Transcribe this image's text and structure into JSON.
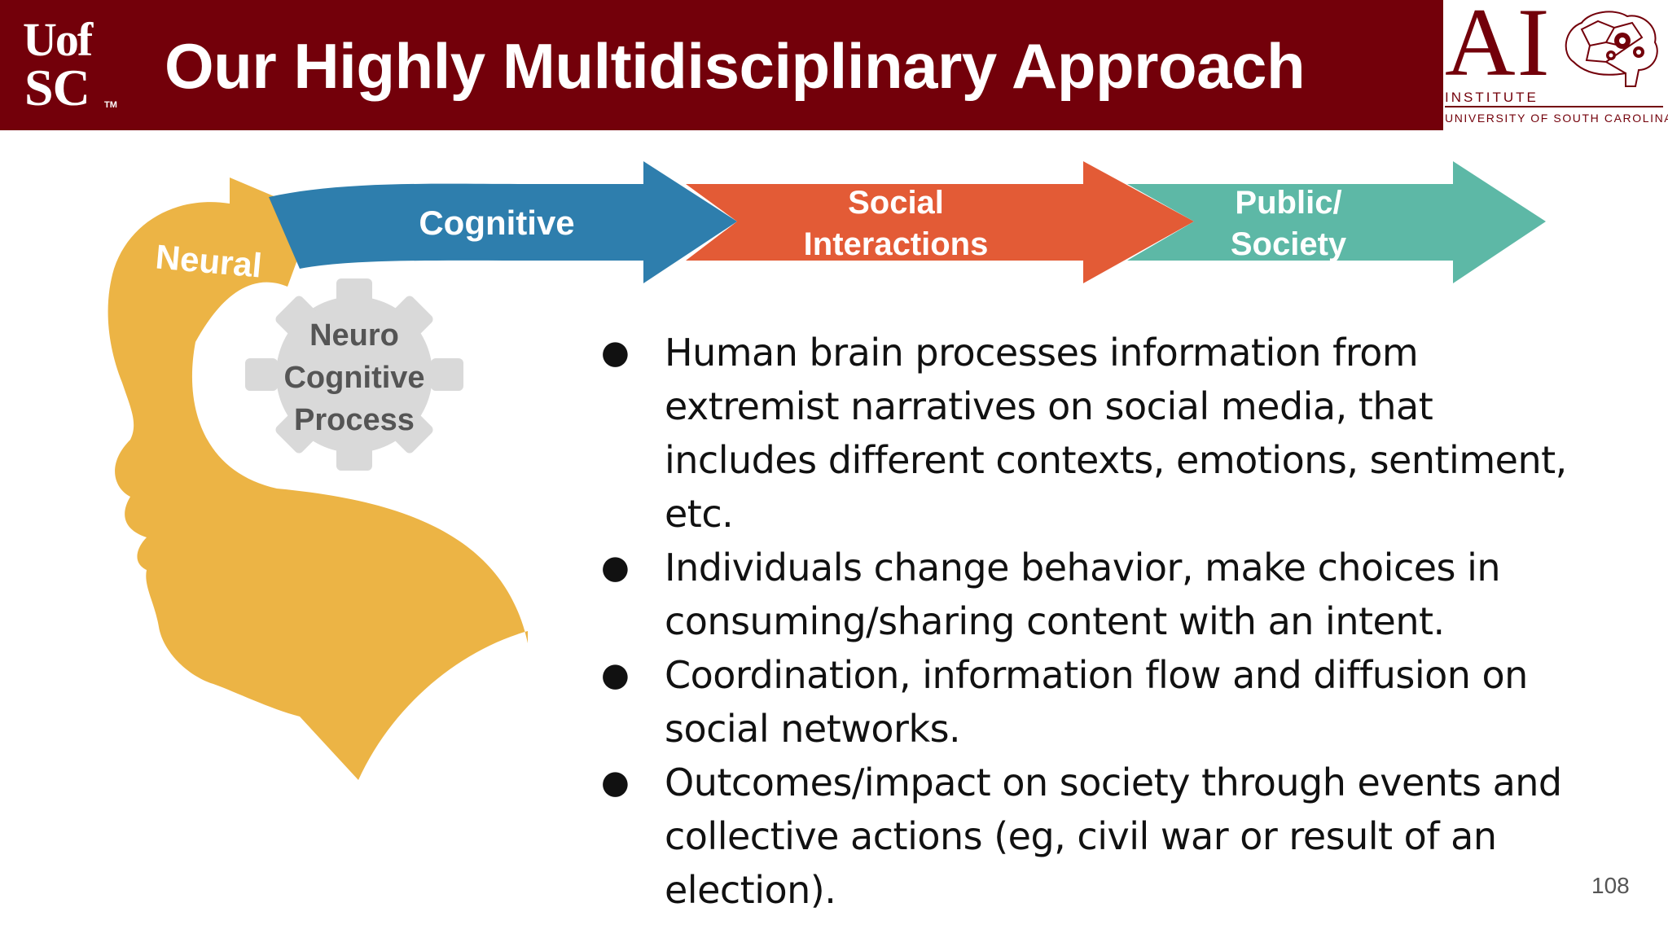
{
  "header": {
    "title": "Our Highly Multidisciplinary Approach",
    "usc_logo": {
      "line1": "Uof",
      "line2": "SC",
      "tm": "TM"
    },
    "ai_logo": {
      "letters": "AI",
      "institute": "INSTITUTE",
      "university": "UNIVERSITY OF SOUTH CAROLINA",
      "icon": "brain-gears-icon"
    },
    "background_color": "#73000a"
  },
  "diagram": {
    "head_label": "Neural",
    "gear_label_lines": [
      "Neuro",
      "Cognitive",
      "Process"
    ],
    "arrows": [
      {
        "label_lines": [
          "Cognitive"
        ],
        "color": "#2e7ead"
      },
      {
        "label_lines": [
          "Social",
          "Interactions"
        ],
        "color": "#e35b36"
      },
      {
        "label_lines": [
          "Public/",
          "Society"
        ],
        "color": "#5db8a6"
      }
    ],
    "head_color": "#ecb445",
    "gear_color": "#d9d9d9"
  },
  "bullets": [
    "Human brain processes information from extremist narratives on social media, that includes different contexts, emotions, sentiment, etc.",
    "Individuals change behavior, make choices in consuming/sharing content with an intent.",
    "Coordination, information flow and diffusion on social networks.",
    "Outcomes/impact on society through events and collective actions (eg, civil war or result of an election)."
  ],
  "bullet_glyph": "●",
  "page_number": "108"
}
